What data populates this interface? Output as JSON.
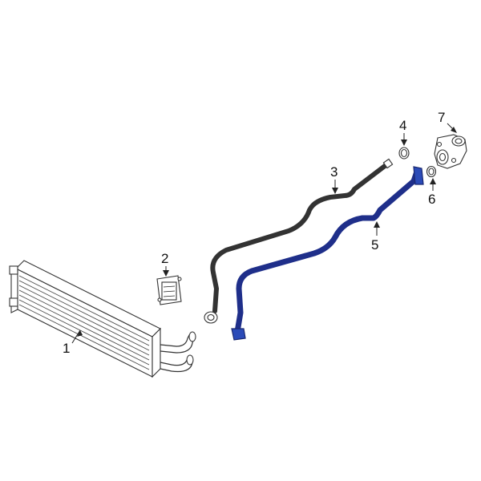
{
  "callouts": {
    "c1": "1",
    "c2": "2",
    "c3": "3",
    "c4": "4",
    "c5": "5",
    "c6": "6",
    "c7": "7"
  },
  "colors": {
    "highlight": "#2b4bb8",
    "outline": "#333333",
    "background": "#ffffff"
  }
}
